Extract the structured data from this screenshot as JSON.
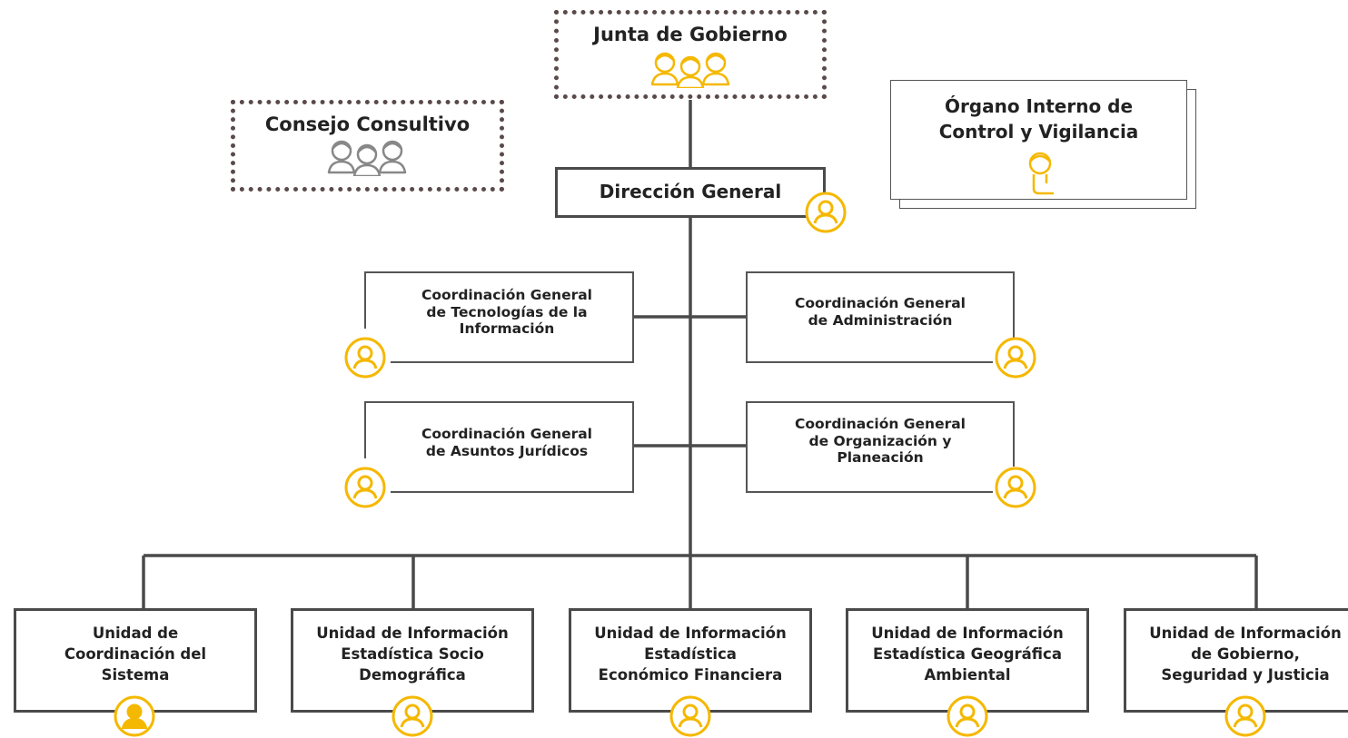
{
  "diagram": {
    "colors": {
      "line": "#4a4a4a",
      "accent": "#f5b800",
      "group_icon_gray": "#888888",
      "dotted_border": "#5a4a4a"
    },
    "junta": {
      "label": "Junta de Gobierno",
      "icon": "group-icon"
    },
    "consejo": {
      "label": "Consejo Consultivo",
      "icon": "group-icon"
    },
    "organo": {
      "label": "Órgano Interno de\nControl y Vigilancia",
      "icon": "person-icon"
    },
    "direccion": {
      "label": "Dirección General",
      "icon": "person-circle-icon"
    },
    "coordinaciones": [
      {
        "label": "Coordinación General\nde Tecnologías de la\nInformación",
        "icon": "person-circle-icon"
      },
      {
        "label": "Coordinación General\nde Administración",
        "icon": "person-circle-icon"
      },
      {
        "label": "Coordinación General\nde Asuntos Jurídicos",
        "icon": "person-circle-icon"
      },
      {
        "label": "Coordinación General\nde Organización y\nPlaneación",
        "icon": "person-circle-icon"
      }
    ],
    "unidades": [
      {
        "label": "Unidad de\nCoordinación del\nSistema",
        "icon": "person-circle-filled-icon"
      },
      {
        "label": "Unidad de Información\nEstadística Socio\nDemográfica",
        "icon": "person-circle-icon"
      },
      {
        "label": "Unidad de Información\nEstadística\nEconómico Financiera",
        "icon": "person-circle-icon"
      },
      {
        "label": "Unidad de Información\nEstadística Geográfica\nAmbiental",
        "icon": "person-circle-icon"
      },
      {
        "label": "Unidad de Información\nde Gobierno,\nSeguridad y Justicia",
        "icon": "person-circle-icon"
      }
    ]
  }
}
